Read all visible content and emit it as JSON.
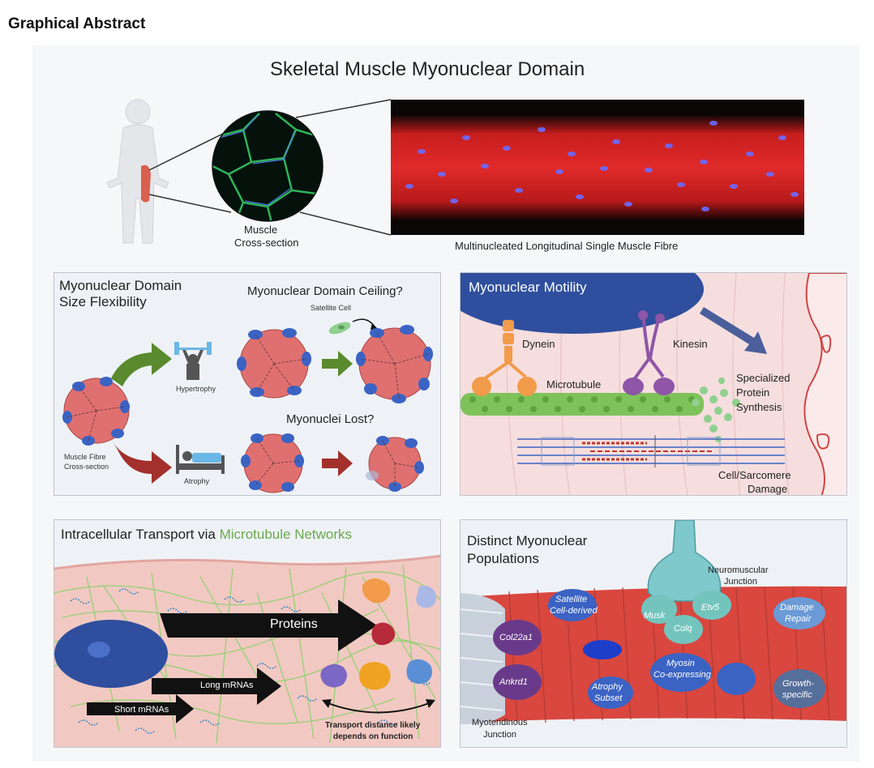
{
  "page_heading": "Graphical Abstract",
  "main_title": "Skeletal Muscle Myonuclear Domain",
  "top": {
    "cross_section_label_1": "Muscle",
    "cross_section_label_2": "Cross-section",
    "fibre_caption": "Multinucleated Longitudinal Single Muscle Fibre"
  },
  "panel1": {
    "title_line1": "Myonuclear Domain",
    "title_line2": "Size Flexibility",
    "ceiling_question": "Myonuclear Domain Ceiling?",
    "satellite_cell": "Satellite Cell",
    "hypertrophy": "Hypertrophy",
    "atrophy": "Atrophy",
    "nuclei_lost": "Myonuclei Lost?",
    "fibre_label_1": "Muscle Fibre",
    "fibre_label_2": "Cross-section"
  },
  "panel2": {
    "title": "Myonuclear Motility",
    "dynein": "Dynein",
    "kinesin": "Kinesin",
    "microtubule": "Microtubule",
    "synthesis_1": "Specialized",
    "synthesis_2": "Protein",
    "synthesis_3": "Synthesis",
    "damage_1": "Cell/Sarcomere",
    "damage_2": "Damage"
  },
  "panel3": {
    "title_prefix": "Intracellular Transport via ",
    "title_highlight": "Microtubule Networks",
    "proteins": "Proteins",
    "long_mrnas": "Long mRNAs",
    "short_mrnas": "Short mRNAs",
    "distance_1": "Transport distance likely",
    "distance_2": "depends on function"
  },
  "panel4": {
    "title_line1": "Distinct Myonuclear",
    "title_line2": "Populations",
    "nmj_1": "Neuromuscular",
    "nmj_2": "Junction",
    "satellite_1": "Satellite",
    "satellite_2": "Cell-derived",
    "musk": "Musk",
    "etv5": "Etv5",
    "colq": "Colq",
    "damage_1": "Damage",
    "damage_2": "Repair",
    "col22a1": "Col22a1",
    "myosin_1": "Myosin",
    "myosin_2": "Co-expressing",
    "ankrd1": "Ankrd1",
    "atrophy_1": "Atrophy",
    "atrophy_2": "Subset",
    "growth_1": "Growth-",
    "growth_2": "specific",
    "mtj_1": "Myotendinous",
    "mtj_2": "Junction"
  },
  "colors": {
    "nucleus_blue": "#3b63c4",
    "fibre_red": "#e06767",
    "arrow_green": "#5a8a2e",
    "arrow_red": "#a3302c",
    "microtubule_green": "#7ec25a",
    "title_green": "#6aa84f"
  }
}
